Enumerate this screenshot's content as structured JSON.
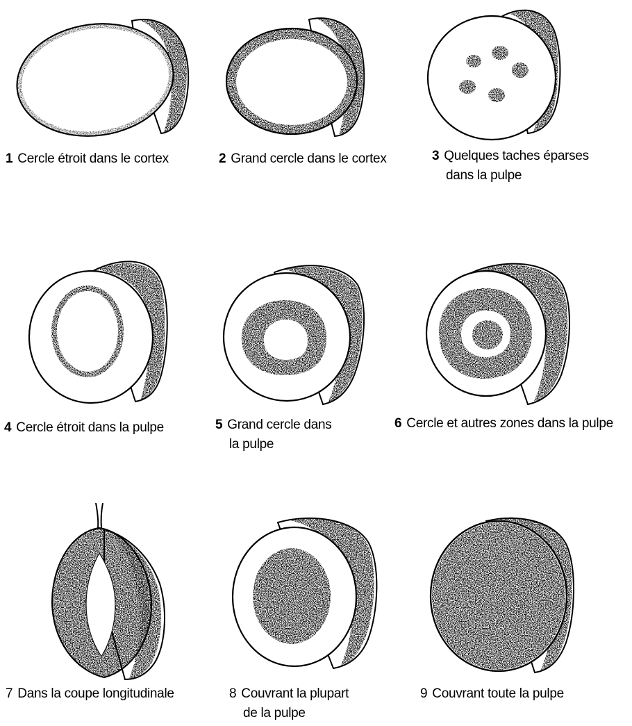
{
  "panels": [
    {
      "number": "1",
      "line1": "Cercle étroit dans le cortex",
      "line2": ""
    },
    {
      "number": "2",
      "line1": "Grand cercle dans le cortex",
      "line2": ""
    },
    {
      "number": "3",
      "line1": "Quelques taches éparses",
      "line2": "dans la pulpe"
    },
    {
      "number": "4",
      "line1": "Cercle étroit dans la pulpe",
      "line2": ""
    },
    {
      "number": "5",
      "line1": "Grand cercle dans",
      "line2": "la pulpe"
    },
    {
      "number": "6",
      "line1": "Cercle et autres zones dans la pulpe",
      "line2": ""
    },
    {
      "number": "7",
      "line1": "Dans la coupe longitudinale",
      "line2": ""
    },
    {
      "number": "8",
      "line1": "Couvrant la plupart",
      "line2": "de la pulpe"
    },
    {
      "number": "9",
      "line1": "Couvrant toute la pulpe",
      "line2": ""
    }
  ],
  "colors": {
    "ink": "#000000",
    "paper": "#ffffff",
    "stipple": "#2a2a2a"
  }
}
